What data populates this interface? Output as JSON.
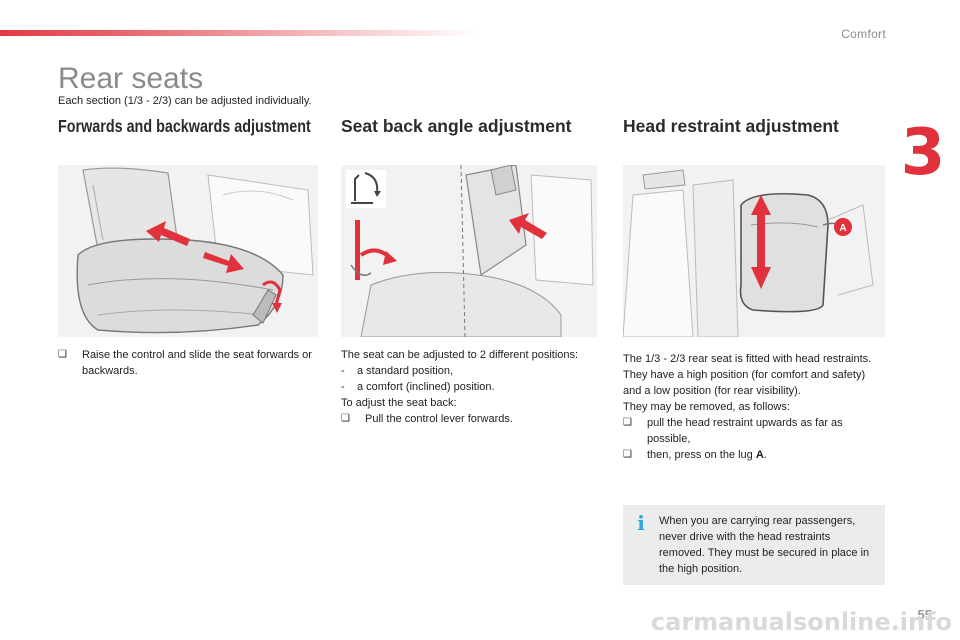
{
  "header": {
    "section_label": "Comfort",
    "chapter_number": "3"
  },
  "page": {
    "title": "Rear seats",
    "intro": "Each section (1/3 - 2/3) can be adjusted individually.",
    "page_number": "55",
    "watermark": "carmanualsonline.info"
  },
  "columns": [
    {
      "heading": "Forwards and backwards adjustment",
      "bullets": [
        "Raise the control and slide the seat forwards or backwards."
      ]
    },
    {
      "heading": "Seat back angle adjustment",
      "intro_lines": [
        "The seat can be adjusted to 2 different positions:"
      ],
      "dashes": [
        "a standard position,",
        "a comfort (inclined) position."
      ],
      "after_line": "To adjust the seat back:",
      "bullets": [
        "Pull the control lever forwards."
      ]
    },
    {
      "heading": "Head restraint adjustment",
      "lines": [
        "The 1/3 - 2/3 rear seat is fitted with head restraints.",
        "They have a high position (for comfort and safety) and a low position (for rear visibility).",
        "They may be removed, as follows:"
      ],
      "bullets": [
        "pull the head restraint upwards as far as possible,",
        "then, press on the lug"
      ],
      "lug_label": "A",
      "lug_suffix": "."
    }
  ],
  "illustration_labels": {
    "lug": "A"
  },
  "info_box": {
    "text": "When you are carrying rear passengers, never drive with the head restraints removed. They must be secured in place in the high position."
  },
  "colors": {
    "accent_red": "#e0313c",
    "info_blue": "#2aa6e0",
    "box_grey": "#ececec"
  },
  "icons": {
    "bullet": "checkbox-bullet",
    "info": "info-icon",
    "arrow": "red-direction-arrow"
  }
}
